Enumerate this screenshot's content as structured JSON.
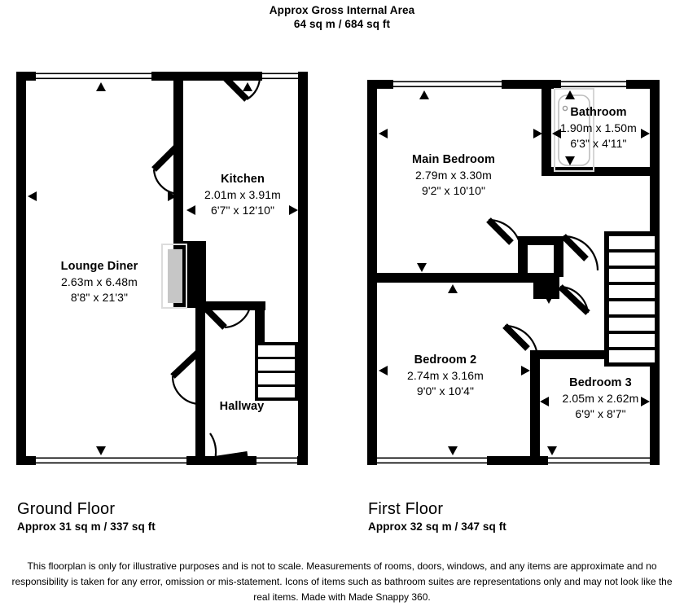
{
  "header": {
    "line1": "Approx Gross Internal Area",
    "line2": "64 sq m / 684 sq ft"
  },
  "ground_floor": {
    "caption": "Ground Floor",
    "area": "Approx 31 sq m / 337 sq ft",
    "rooms": [
      {
        "id": "lounge-diner",
        "name": "Lounge Diner",
        "dim_metric": "2.63m x 6.48m",
        "dim_imperial": "8'8\" x 21'3\""
      },
      {
        "id": "kitchen",
        "name": "Kitchen",
        "dim_metric": "2.01m x 3.91m",
        "dim_imperial": "6'7\" x 12'10\""
      },
      {
        "id": "hallway",
        "name": "Hallway",
        "dim_metric": "",
        "dim_imperial": ""
      }
    ]
  },
  "first_floor": {
    "caption": "First Floor",
    "area": "Approx 32 sq m / 347 sq ft",
    "rooms": [
      {
        "id": "main-bedroom",
        "name": "Main Bedroom",
        "dim_metric": "2.79m x 3.30m",
        "dim_imperial": "9'2\" x 10'10\""
      },
      {
        "id": "bathroom",
        "name": "Bathroom",
        "dim_metric": "1.90m x 1.50m",
        "dim_imperial": "6'3\" x 4'11\""
      },
      {
        "id": "bedroom-2",
        "name": "Bedroom 2",
        "dim_metric": "2.74m x 3.16m",
        "dim_imperial": "9'0\" x 10'4\""
      },
      {
        "id": "bedroom-3",
        "name": "Bedroom 3",
        "dim_metric": "2.05m x 2.62m",
        "dim_imperial": "6'9\" x 8'7\""
      }
    ]
  },
  "footer": {
    "disclaimer": "This floorplan is only for illustrative purposes and is not to scale. Measurements of rooms, doors, windows, and any items are approximate and no responsibility is taken for any error, omission or mis-statement. Icons of items such as bathroom suites are representations only and may not look like the real items. Made with Made Snappy 360."
  },
  "colors": {
    "wall": "#000000",
    "background": "#ffffff",
    "fixture_outline": "#d8d8d8",
    "fixture_fill": "#c4c4c4",
    "text": "#000000"
  }
}
